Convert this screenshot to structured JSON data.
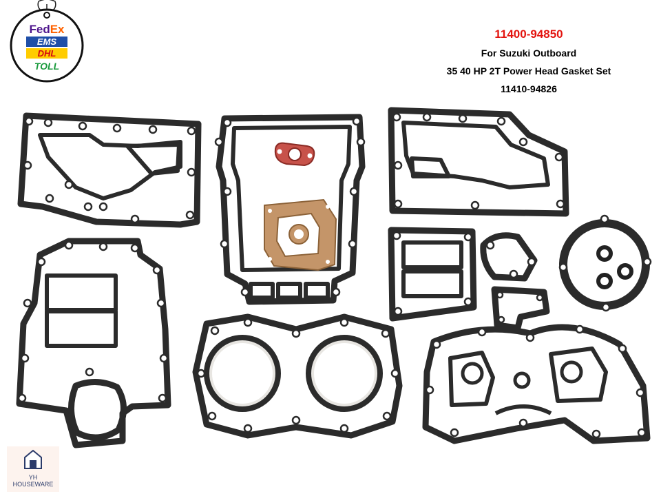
{
  "product": {
    "part_number": "11400-94850",
    "brand_line": "For Suzuki Outboard",
    "description": "35 40 HP 2T Power Head Gasket Set",
    "alt_part_number": "11410-94826"
  },
  "shipping_badge": {
    "carriers": [
      "FedEx",
      "EMS",
      "DHL",
      "TOLL"
    ]
  },
  "store_logo": {
    "line1": "YH",
    "line2": "HOUSEWARE"
  },
  "colors": {
    "gasket": "#2b2b2b",
    "red_gasket": "#c7524a",
    "cork_gasket": "#c49569",
    "part_number": "#e3140f"
  }
}
